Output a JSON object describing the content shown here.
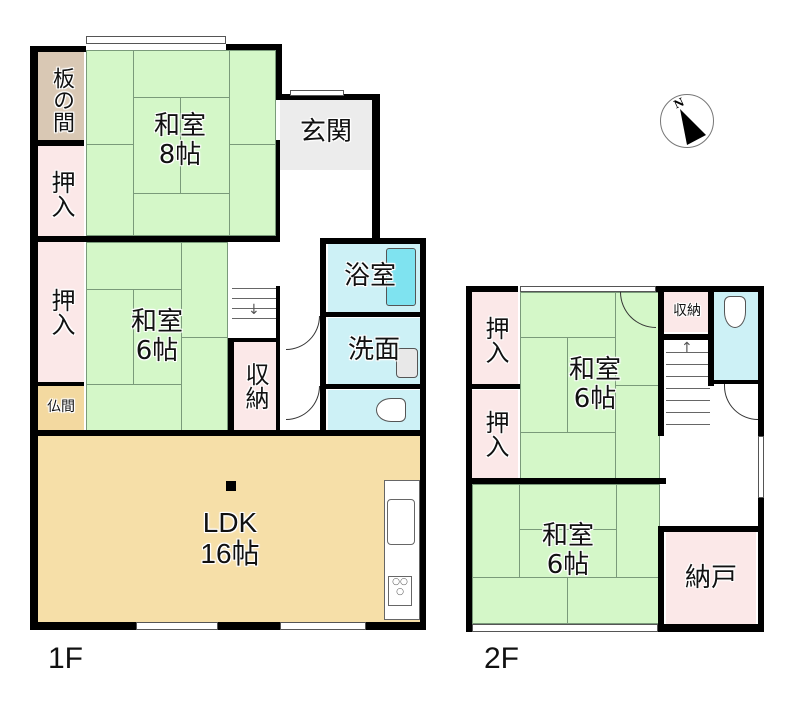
{
  "floors": [
    {
      "id": "1F",
      "label": "1F",
      "rooms": [
        {
          "name": "washitsu-8",
          "label": "和室",
          "size": "8帖",
          "type": "tatami"
        },
        {
          "name": "itanoma",
          "label": "板の間",
          "type": "wood"
        },
        {
          "name": "oshiire-1",
          "label": "押入",
          "type": "closet"
        },
        {
          "name": "oshiire-2",
          "label": "押入",
          "type": "closet"
        },
        {
          "name": "genkan",
          "label": "玄関",
          "type": "entrance"
        },
        {
          "name": "washitsu-6",
          "label": "和室",
          "size": "6帖",
          "type": "tatami"
        },
        {
          "name": "butsuma",
          "label": "仏間",
          "type": "wood"
        },
        {
          "name": "shuno",
          "label": "収納",
          "type": "closet"
        },
        {
          "name": "yokushitsu",
          "label": "浴室",
          "type": "wet"
        },
        {
          "name": "senmen",
          "label": "洗面",
          "type": "wet"
        },
        {
          "name": "toilet",
          "label": "",
          "type": "wet"
        },
        {
          "name": "ldk",
          "label": "LDK",
          "size": "16帖",
          "type": "ldk"
        }
      ]
    },
    {
      "id": "2F",
      "label": "2F",
      "rooms": [
        {
          "name": "oshiire-a",
          "label": "押入",
          "type": "closet"
        },
        {
          "name": "oshiire-b",
          "label": "押入",
          "type": "closet"
        },
        {
          "name": "washitsu-6a",
          "label": "和室",
          "size": "6帖",
          "type": "tatami"
        },
        {
          "name": "washitsu-6b",
          "label": "和室",
          "size": "6帖",
          "type": "tatami"
        },
        {
          "name": "shuno",
          "label": "収納",
          "type": "closet"
        },
        {
          "name": "toilet",
          "label": "",
          "type": "wet"
        },
        {
          "name": "nando",
          "label": "納戸",
          "type": "closet"
        }
      ]
    }
  ],
  "compass": {
    "label": "N",
    "icon": "north-arrow-icon"
  },
  "colors": {
    "tatami": "#d4f7c8",
    "wood": "#d9c8b4",
    "closet": "#fbe8e8",
    "entrance": "#ececec",
    "wet": "#cdf1f6",
    "ldk": "#f6dfa8",
    "butsuma": "#f3d9a0",
    "bathtub": "#7fe3f0",
    "wall": "#000000"
  }
}
